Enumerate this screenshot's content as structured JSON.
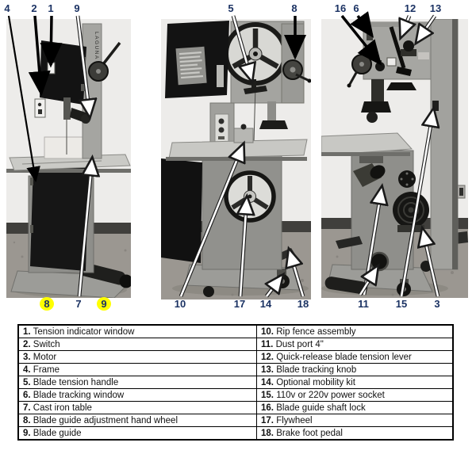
{
  "colors": {
    "callout_number": "#1b3263",
    "callout_highlight": "#ffff00",
    "arrow_black": "#000000",
    "arrow_white": "#ffffff",
    "table_border": "#000000"
  },
  "photos": {
    "left": {
      "description": "bandsaw front-left view",
      "brand_text": "LAGUNA"
    },
    "middle": {
      "description": "bandsaw front view with upper door open"
    },
    "right": {
      "description": "bandsaw rear view"
    }
  },
  "callouts": {
    "top": [
      {
        "n": "4"
      },
      {
        "n": "2"
      },
      {
        "n": "1"
      },
      {
        "n": "9"
      },
      {
        "n": "5"
      },
      {
        "n": "8"
      },
      {
        "n": "16"
      },
      {
        "n": "6"
      },
      {
        "n": "12"
      },
      {
        "n": "13"
      }
    ],
    "bottom": [
      {
        "n": "8",
        "highlight": true
      },
      {
        "n": "7"
      },
      {
        "n": "9",
        "highlight": true
      },
      {
        "n": "10"
      },
      {
        "n": "17"
      },
      {
        "n": "14"
      },
      {
        "n": "18"
      },
      {
        "n": "11"
      },
      {
        "n": "15"
      },
      {
        "n": "3"
      }
    ]
  },
  "parts_table": {
    "left_column": [
      {
        "num": "1.",
        "label": "Tension indicator window"
      },
      {
        "num": "2.",
        "label": "Switch"
      },
      {
        "num": "3.",
        "label": "Motor"
      },
      {
        "num": "4.",
        "label": "Frame"
      },
      {
        "num": "5.",
        "label": "Blade tension handle"
      },
      {
        "num": "6.",
        "label": "Blade tracking window"
      },
      {
        "num": "7.",
        "label": "Cast iron table"
      },
      {
        "num": "8.",
        "label": "Blade guide adjustment hand wheel"
      },
      {
        "num": "9.",
        "label": "Blade guide"
      }
    ],
    "right_column": [
      {
        "num": "10.",
        "label": "Rip fence assembly"
      },
      {
        "num": "11.",
        "label": "Dust port 4\""
      },
      {
        "num": "12.",
        "label": "Quick-release blade tension lever"
      },
      {
        "num": "13.",
        "label": "Blade tracking knob"
      },
      {
        "num": "14.",
        "label": "Optional mobility kit"
      },
      {
        "num": "15.",
        "label": "110v or 220v power socket"
      },
      {
        "num": "16.",
        "label": "Blade guide shaft lock"
      },
      {
        "num": "17.",
        "label": "Flywheel"
      },
      {
        "num": "18.",
        "label": "Brake foot pedal"
      }
    ]
  }
}
